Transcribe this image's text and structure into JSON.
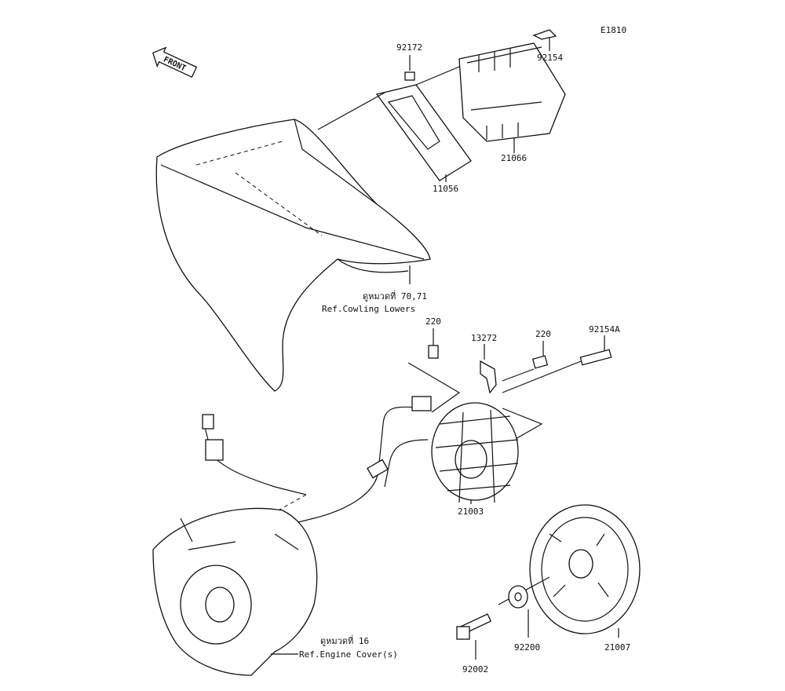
{
  "diagram": {
    "code": "E1810",
    "front_arrow": "FRONT",
    "parts": {
      "bolt_regulator": "92154",
      "bolt_bracket": "92172",
      "regulator": "21066",
      "bracket": "11056",
      "bolt_stator_a": "220",
      "clamp": "13272",
      "bolt_stator_b": "220",
      "bolt_long": "92154A",
      "stator": "21003",
      "rotor": "21007",
      "washer": "92200",
      "rotor_bolt": "92002"
    },
    "refs": {
      "cowling_thai": "ดูหมวดที่ 70,71",
      "cowling_en": "Ref.Cowling Lowers",
      "engine_thai": "ดูหมวดที่ 16",
      "engine_en": "Ref.Engine Cover(s)"
    }
  }
}
